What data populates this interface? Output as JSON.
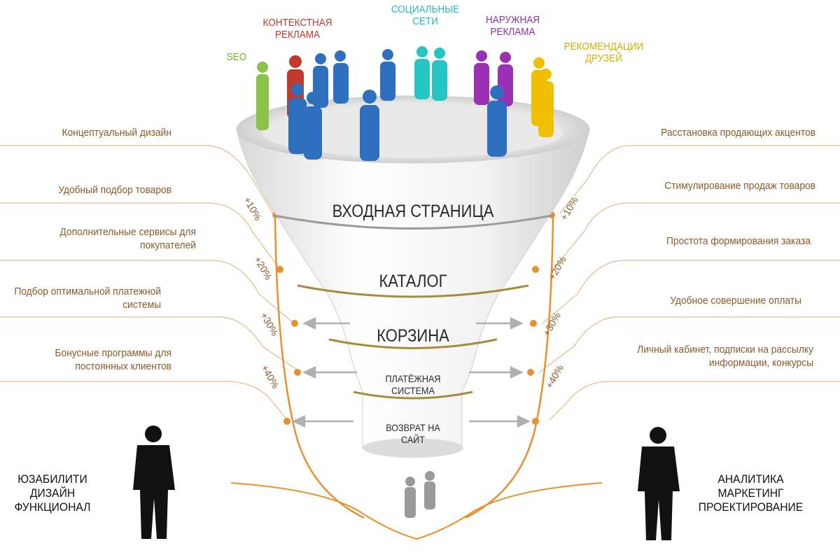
{
  "sources": [
    {
      "text": "SEO",
      "color": "#6fb52c"
    },
    {
      "text": "КОНТЕКСТНАЯ РЕКЛАМА",
      "color": "#c0392b"
    },
    {
      "text": "СОЦИАЛЬНЫЕ СЕТИ",
      "color": "#27b8c6"
    },
    {
      "text": "НАРУЖНАЯ РЕКЛАМА",
      "color": "#8e2fa0"
    },
    {
      "text": "РЕКОМЕНДАЦИИ ДРУЗЕЙ",
      "color": "#d4b000"
    }
  ],
  "left_items": [
    "Концептуальный дизайн",
    "Удобный подбор товаров",
    "Дополнительные сервисы для покупателей",
    "Подбор оптимальной платежной системы",
    "Бонусные программы для постоянных клиентов"
  ],
  "right_items": [
    "Расстановка продающих акцентов",
    "Стимулирование продаж товаров",
    "Простота формирования заказа",
    "Удобное совершение оплаты",
    "Личный кабинет, подписки на рассылку информации, конкурсы"
  ],
  "stages": [
    "ВХОДНАЯ СТРАНИЦА",
    "КАТАЛОГ",
    "КОРЗИНА",
    "ПЛАТЁЖНАЯ СИСТЕМА",
    "ВОЗВРАТ НА САЙТ"
  ],
  "percent_left": [
    "+10%",
    "+20%",
    "+30%",
    "+40%"
  ],
  "percent_right": [
    "+10%",
    "+20%",
    "+30%",
    "+40%"
  ],
  "left_role": "ЮЗАБИЛИТИ ДИЗАЙН ФУНКЦИОНАЛ",
  "right_role": "АНАЛИТИКА МАРКЕТИНГ ПРОЕКТИРОВАНИЕ",
  "colors": {
    "accent": "#e8902f",
    "line": "#d9a86a",
    "text": "#8a5a2b"
  }
}
